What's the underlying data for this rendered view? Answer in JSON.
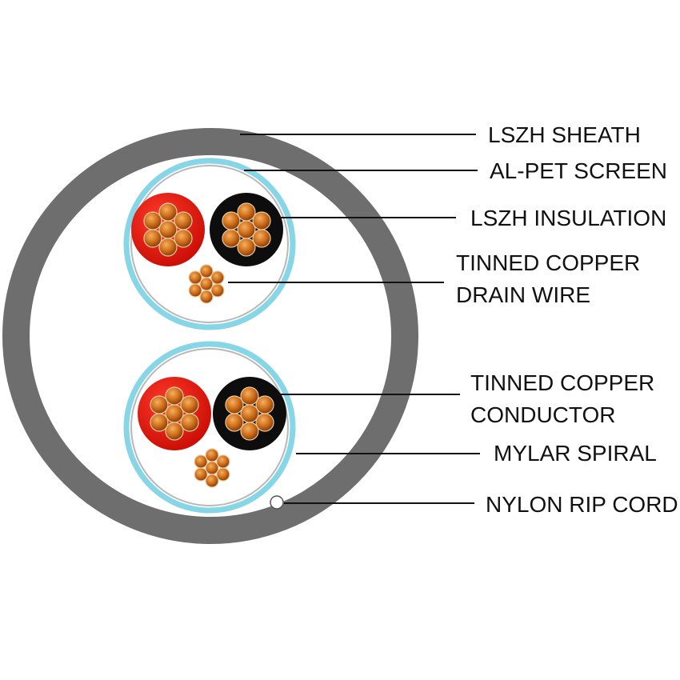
{
  "labels": {
    "sheath": "LSZH SHEATH",
    "screen": "AL-PET SCREEN",
    "insulation": "LSZH INSULATION",
    "drain_line1": "TINNED COPPER",
    "drain_line2": "DRAIN WIRE",
    "conductor_line1": "TINNED COPPER",
    "conductor_line2": "CONDUCTOR",
    "spiral": "MYLAR SPIRAL",
    "rip_cord": "NYLON RIP CORD"
  },
  "colors": {
    "sheath": "#6e6e6e",
    "screen": "#7fd3e6",
    "insulation_red": "#e8140c",
    "insulation_black": "#111111",
    "copper": "#b85a10",
    "copper_highlight": "#f0a050"
  }
}
